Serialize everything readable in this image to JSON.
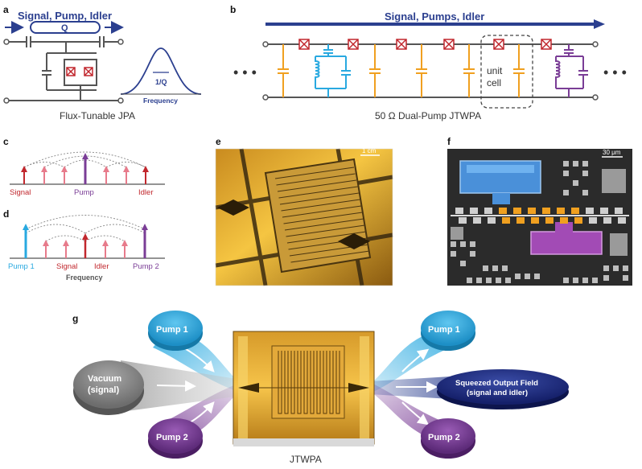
{
  "panels": {
    "a": {
      "label": "a",
      "signal_title": "Signal, Pump, Idler",
      "q_label": "Q",
      "linewidth_label": "1/Q",
      "freq_label": "Frequency",
      "caption": "Flux-Tunable JPA"
    },
    "b": {
      "label": "b",
      "arrow_title": "Signal, Pumps, Idler",
      "unit_cell_line1": "unit",
      "unit_cell_line2": "cell",
      "caption": "50 Ω Dual-Pump JTWPA",
      "dots_left": "• • •",
      "dots_right": "• • •"
    },
    "c": {
      "label": "c",
      "signal": "Signal",
      "pump": "Pump",
      "idler": "Idler"
    },
    "d": {
      "label": "d",
      "pump1": "Pump 1",
      "signal": "Signal",
      "idler": "Idler",
      "pump2": "Pump 2",
      "freq_label": "Frequency"
    },
    "e": {
      "label": "e",
      "scale": "1 cm"
    },
    "f": {
      "label": "f",
      "scale": "30 μm"
    },
    "g": {
      "label": "g",
      "pump1_left": "Pump 1",
      "pump2_left": "Pump 2",
      "vacuum_line1": "Vacuum",
      "vacuum_line2": "(signal)",
      "pump1_right": "Pump 1",
      "pump2_right": "Pump 2",
      "output_line1": "Squeezed Output Field",
      "output_line2": "(signal and idler)",
      "caption": "JTWPA"
    }
  },
  "colors": {
    "navy": "#2b3f8f",
    "orange": "#f0a020",
    "cyan": "#29a9e0",
    "purple": "#7a3d96",
    "red": "#c1272d",
    "pink": "#e77b8b",
    "gray": "#7d7d7d",
    "dark_navy": "#1c2a7a"
  }
}
